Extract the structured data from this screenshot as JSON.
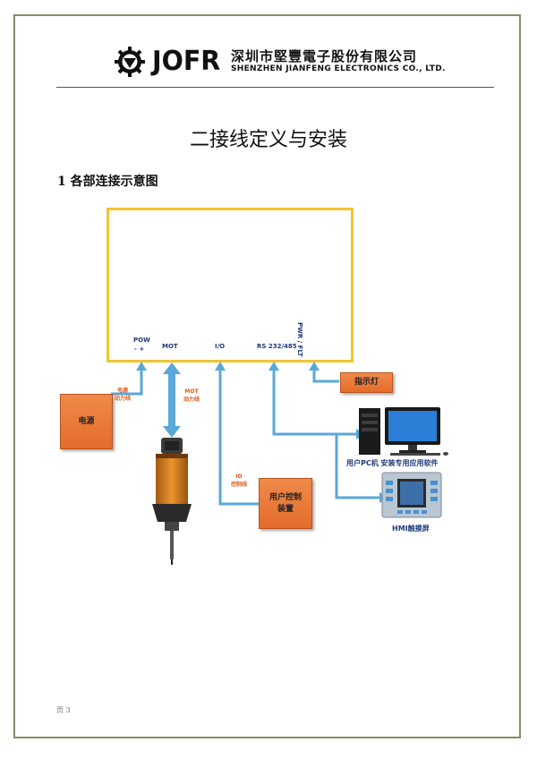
{
  "header": {
    "logo_word": "JOFR",
    "company_cn": "深圳市堅豐電子股份有限公司",
    "company_en": "SHENZHEN JIANFENG ELECTRONICS CO., LTD."
  },
  "document": {
    "title": "二接线定义与安装",
    "section_heading": "1  各部连接示意图",
    "page_number": "页 3"
  },
  "diagram": {
    "ports": {
      "pow": "POW",
      "pow_polarity": "-  +",
      "mot": "MOT",
      "io": "I/O",
      "rs": "RS 232/485",
      "pwr": "PWR / FLT"
    },
    "boxes": {
      "power": "电源",
      "user_control": "用户控制\n装置",
      "indicator": "指示灯"
    },
    "wire_labels": {
      "power": "电源\n动力线",
      "mot": "MOT\n动力线",
      "io": "IO\n控制线"
    },
    "captions": {
      "pc": "用户PC机  安装专用应用软件",
      "hmi": "HMI触摸屏"
    },
    "colors": {
      "controller_border": "#f2c531",
      "arrow": "#5aa7d8",
      "box_fill": "#e8732f",
      "label_blue": "#1f3a7a",
      "wire_label": "#e05a18"
    }
  }
}
